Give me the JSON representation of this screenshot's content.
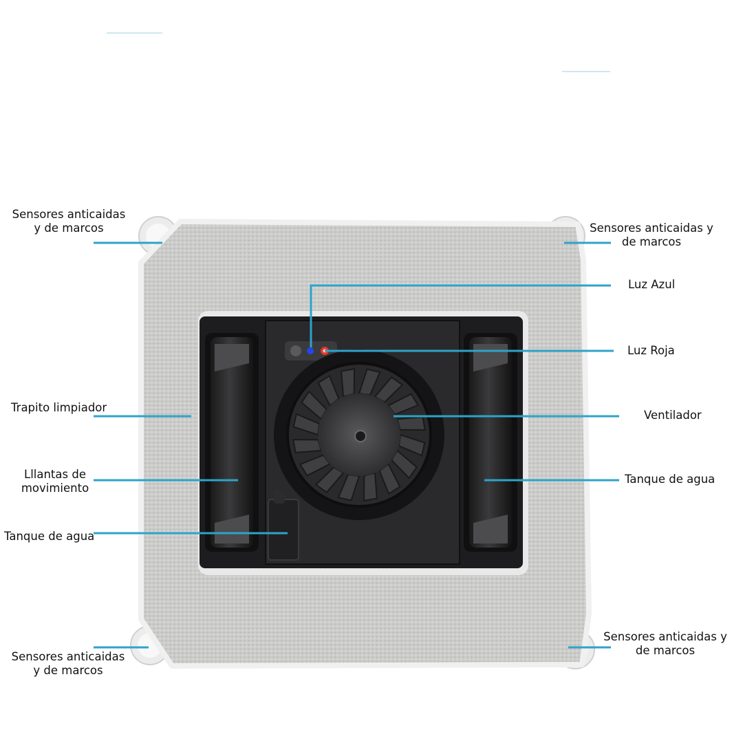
{
  "colors": {
    "leader_line": "#2ea3c9",
    "pad": "#cfcfcd",
    "pad_border": "#f2f2f2",
    "body": "#1c1c1e",
    "blue_led": "#2446e8",
    "red_led": "#e8362c"
  },
  "labels": {
    "top_left_sensor": {
      "line1": "Sensores anticaidas",
      "line2": "y de marcos"
    },
    "top_right_sensor": {
      "line1": "Sensores anticaidas y",
      "line2": "de marcos"
    },
    "blue_light": "Luz Azul",
    "red_light": "Luz Roja",
    "cleaning_cloth": "Trapito limpiador",
    "fan": "Ventilador",
    "wheels": {
      "line1": "Lllantas de",
      "line2": "movimiento"
    },
    "water_tank_right": "Tanque de agua",
    "water_tank_left": "Tanque de agua",
    "bottom_left_sensor": {
      "line1": "Sensores anticaidas",
      "line2": "y de marcos"
    },
    "bottom_right_sensor": {
      "line1": "Sensores anticaidas y",
      "line2": "de marcos"
    }
  }
}
